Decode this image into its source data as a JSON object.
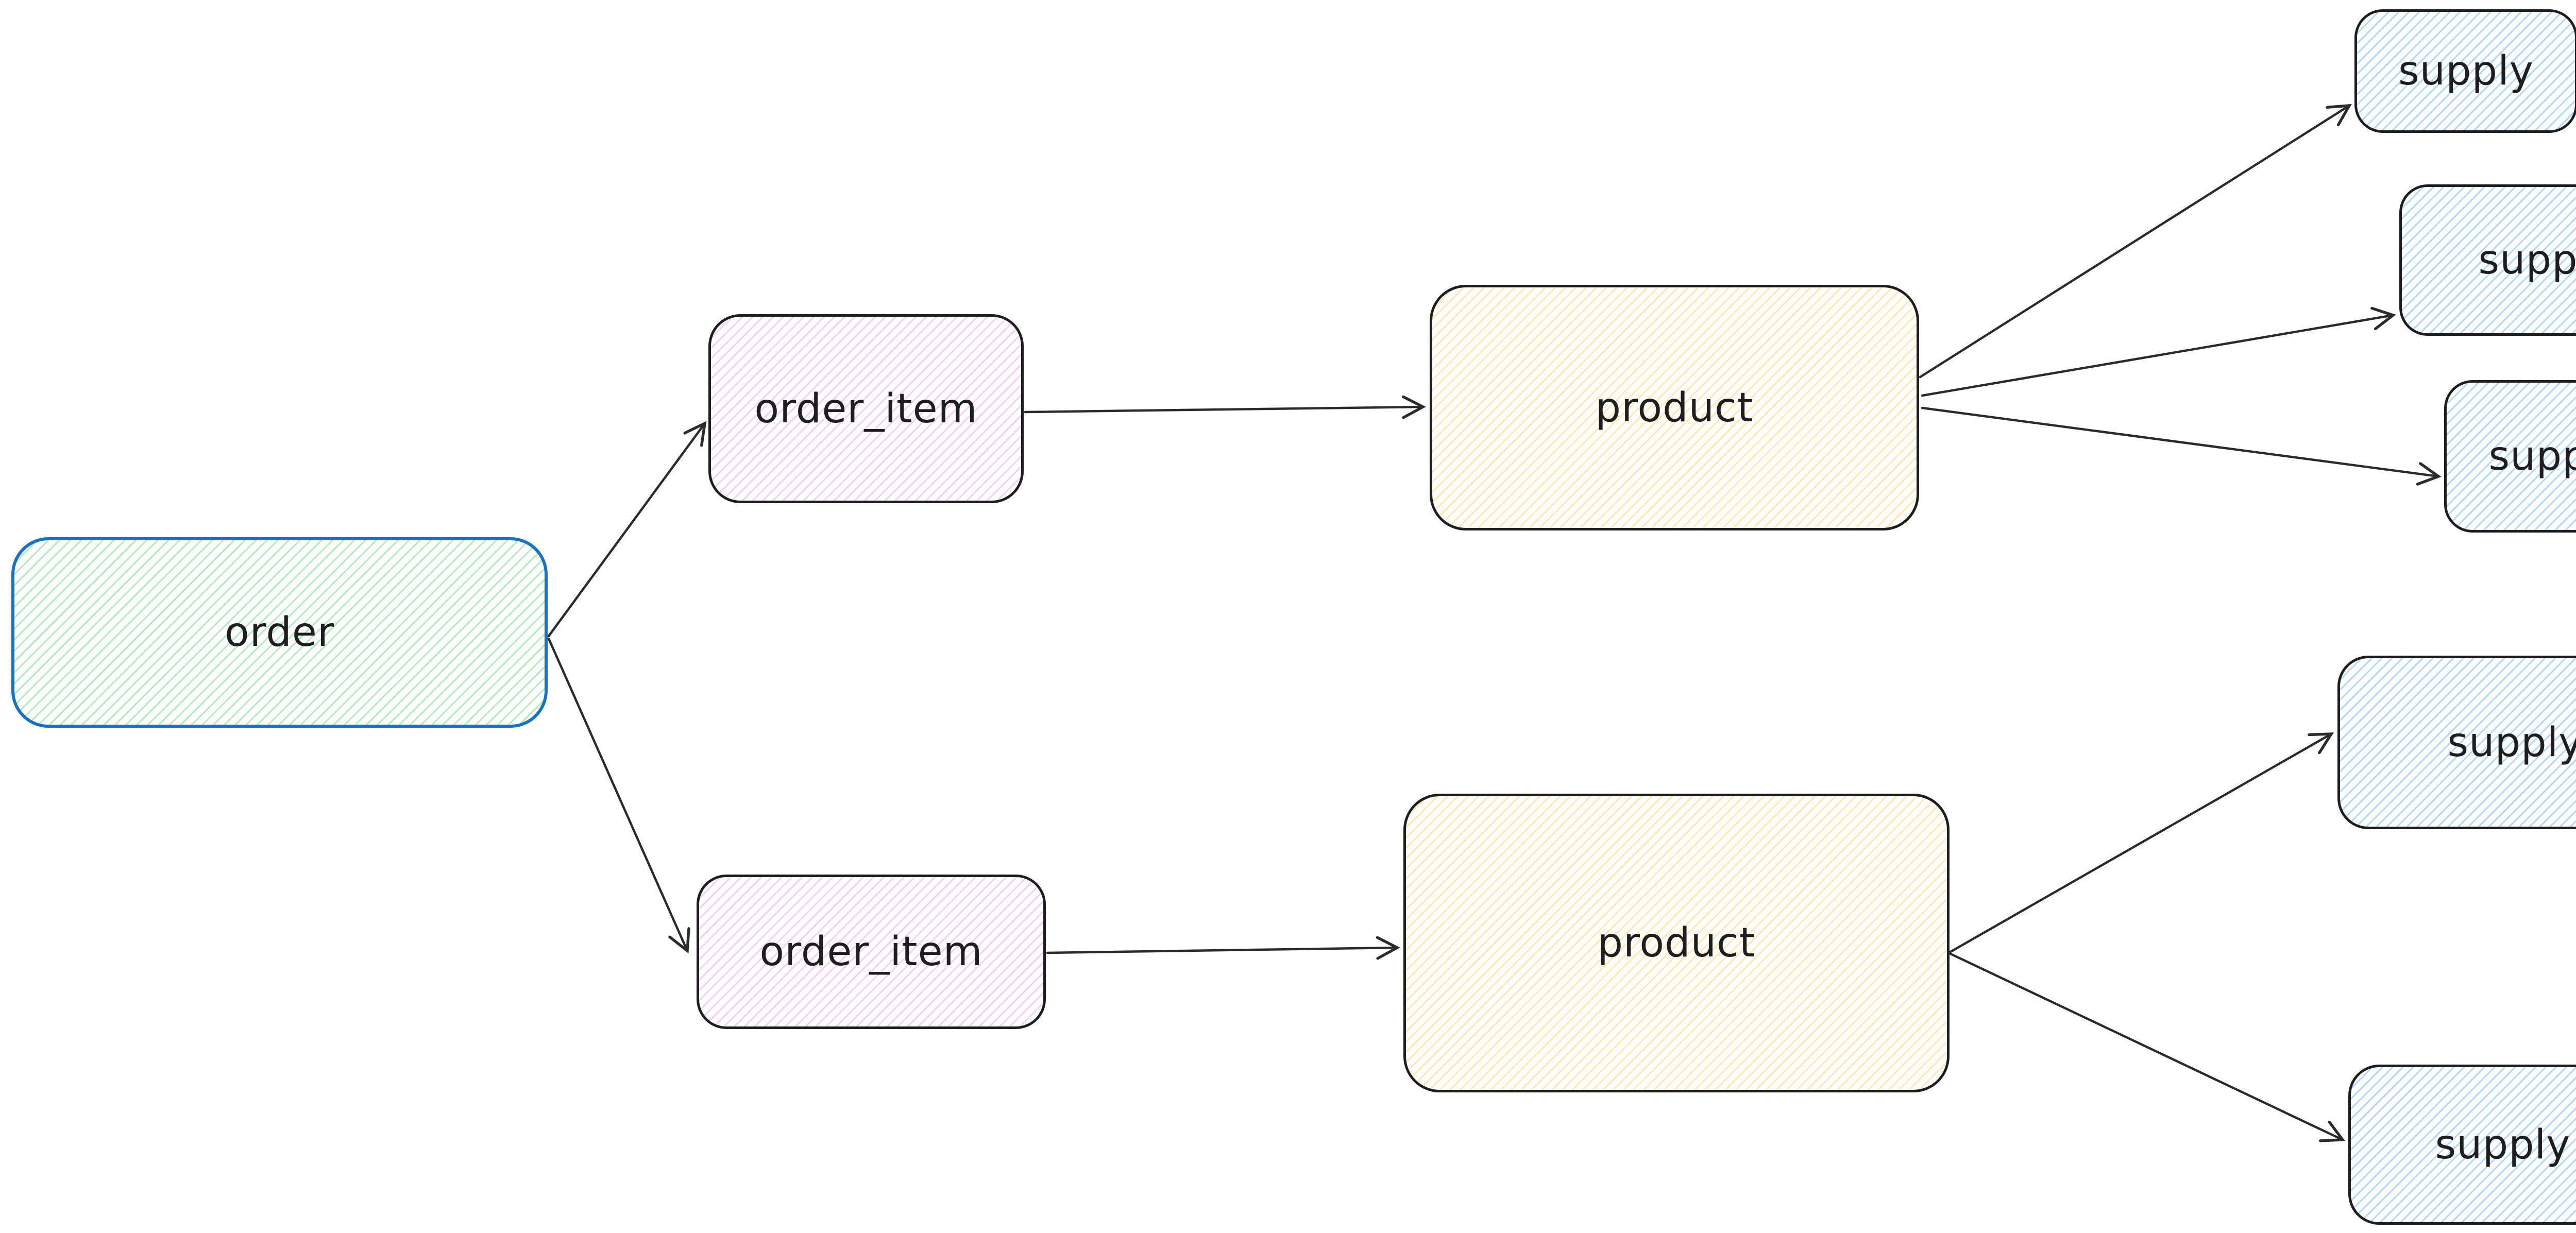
{
  "diagram": {
    "background": "#ffffff",
    "nodes": {
      "order": {
        "label": "order",
        "fill": "#b2f2bb",
        "stroke": "#1971c2"
      },
      "order_item_1": {
        "label": "order_item",
        "fill": "#eebefa",
        "stroke": "#1e1e1e"
      },
      "order_item_2": {
        "label": "order_item",
        "fill": "#eebefa",
        "stroke": "#1e1e1e"
      },
      "product_1": {
        "label": "product",
        "fill": "#ffec99",
        "stroke": "#1e1e1e"
      },
      "product_2": {
        "label": "product",
        "fill": "#ffec99",
        "stroke": "#1e1e1e"
      },
      "supply_1": {
        "label": "supply",
        "fill": "#a5d8ff",
        "stroke": "#1e1e1e"
      },
      "supply_2": {
        "label": "supply",
        "fill": "#a5d8ff",
        "stroke": "#1e1e1e"
      },
      "supply_3": {
        "label": "supply",
        "fill": "#a5d8ff",
        "stroke": "#1e1e1e"
      },
      "supply_4": {
        "label": "supply",
        "fill": "#a5d8ff",
        "stroke": "#1e1e1e"
      },
      "supply_5": {
        "label": "supply",
        "fill": "#a5d8ff",
        "stroke": "#1e1e1e"
      }
    },
    "edges": [
      {
        "from": "order",
        "to": "order_item_1"
      },
      {
        "from": "order",
        "to": "order_item_2"
      },
      {
        "from": "order_item_1",
        "to": "product_1"
      },
      {
        "from": "order_item_2",
        "to": "product_2"
      },
      {
        "from": "product_1",
        "to": "supply_1"
      },
      {
        "from": "product_1",
        "to": "supply_2"
      },
      {
        "from": "product_1",
        "to": "supply_3"
      },
      {
        "from": "product_2",
        "to": "supply_4"
      },
      {
        "from": "product_2",
        "to": "supply_5"
      }
    ],
    "colors": {
      "arrow": "#2b2b2b",
      "text": "#1e1e1e"
    }
  }
}
